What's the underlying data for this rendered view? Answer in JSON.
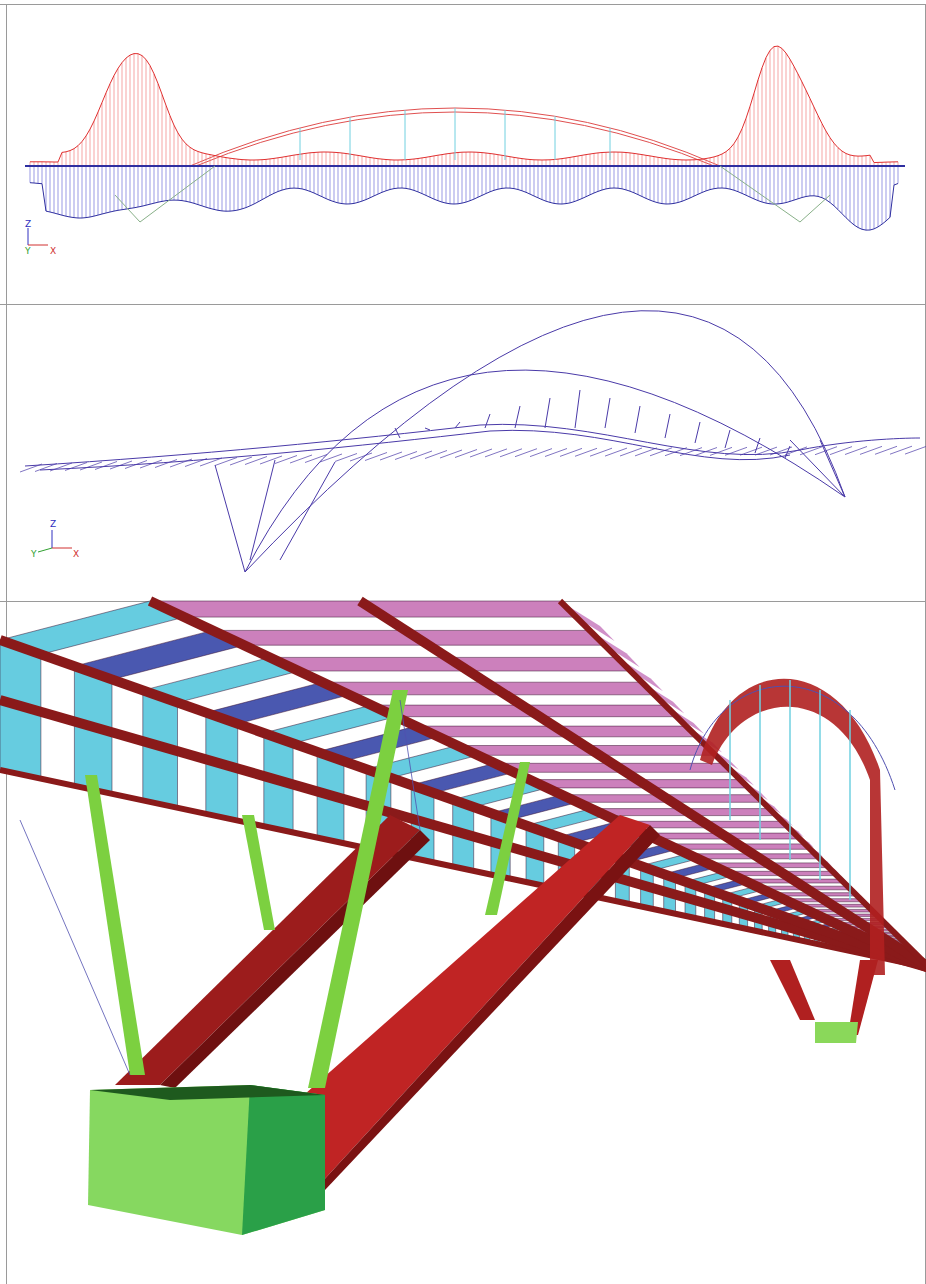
{
  "diagram": {
    "labels": [
      "Z",
      "Y",
      "X",
      "Z",
      "Y",
      "X"
    ]
  }
}
